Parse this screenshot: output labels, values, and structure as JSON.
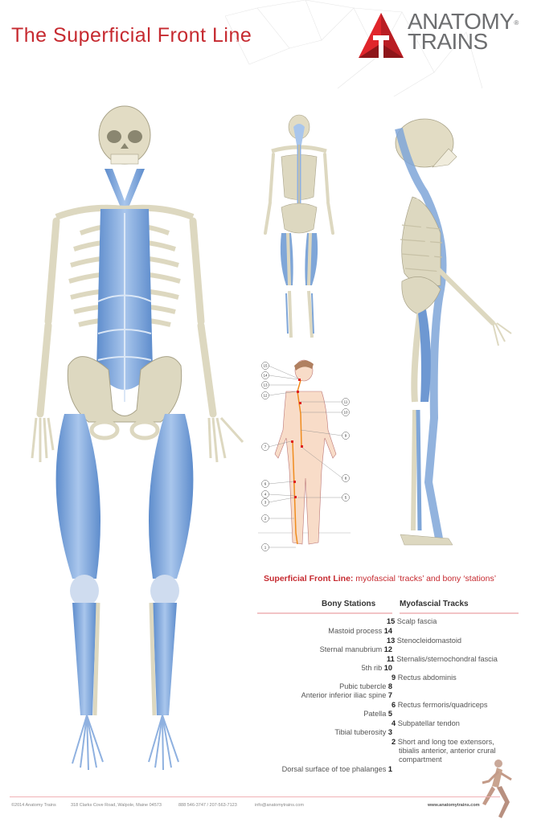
{
  "header": {
    "title": "The Superficial Front Line",
    "logo": {
      "line1": "ANATOMY",
      "line2": "TRAINS",
      "mark": "T",
      "registered": "®"
    }
  },
  "figures": {
    "anterior_view": {
      "label": "anterior-skeleton-with-superficial-front-line"
    },
    "posterior_view": {
      "label": "posterior-skeleton"
    },
    "lateral_view": {
      "label": "lateral-skeleton-with-superficial-front-line"
    },
    "body_map": {
      "label": "numbered-body-map",
      "markers": [
        "15",
        "14",
        "13",
        "12",
        "11",
        "10",
        "9",
        "8",
        "7",
        "6",
        "5",
        "4",
        "3",
        "2",
        "1"
      ]
    }
  },
  "legend": {
    "title_bold": "Superficial Front Line:",
    "title_rest": " myofascial ‘tracks’ and bony ‘stations’",
    "bony_header": "Bony Stations",
    "tracks_header": "Myofascial Tracks",
    "rows": [
      {
        "side": "track",
        "num": "15",
        "label": "Scalp fascia"
      },
      {
        "side": "station",
        "num": "14",
        "label": "Mastoid process"
      },
      {
        "side": "track",
        "num": "13",
        "label": "Stenocleidomastoid"
      },
      {
        "side": "station",
        "num": "12",
        "label": "Sternal manubrium"
      },
      {
        "side": "track",
        "num": "11",
        "label": "Sternalis/sternochondral fascia"
      },
      {
        "side": "station",
        "num": "10",
        "label": "5th rib"
      },
      {
        "side": "track",
        "num": "9",
        "label": "Rectus abdominis"
      },
      {
        "side": "station",
        "num": "8",
        "label": "Pubic tubercle"
      },
      {
        "side": "station",
        "num": "7",
        "label": "Anterior inferior iliac spine"
      },
      {
        "side": "track",
        "num": "6",
        "label": "Rectus fermoris/quadriceps"
      },
      {
        "side": "station",
        "num": "5",
        "label": "Patella"
      },
      {
        "side": "track",
        "num": "4",
        "label": "Subpatellar tendon"
      },
      {
        "side": "station",
        "num": "3",
        "label": "Tibial tuberosity"
      },
      {
        "side": "track",
        "num": "2",
        "label": "Short and long toe extensors,",
        "label2": "tibialis anterior, anterior crural",
        "label3": "compartment"
      },
      {
        "side": "station",
        "num": "1",
        "label": "Dorsal surface of toe phalanges"
      }
    ]
  },
  "footer": {
    "copyright": "©2014 Anatomy Trains",
    "address": "318 Clarks Cove Road, Walpole, Maine 04573",
    "phone": "888 546-3747 / 207-563-7123",
    "email": "info@anatomytrains.com",
    "website": "www.anatomytrains.com"
  },
  "colors": {
    "brand_red": "#c62a30",
    "muscle_blue": "#7fa6d8",
    "bone": "#ddd8c0",
    "track_orange": "#f08c1e",
    "skin": "#f8dcc8"
  }
}
